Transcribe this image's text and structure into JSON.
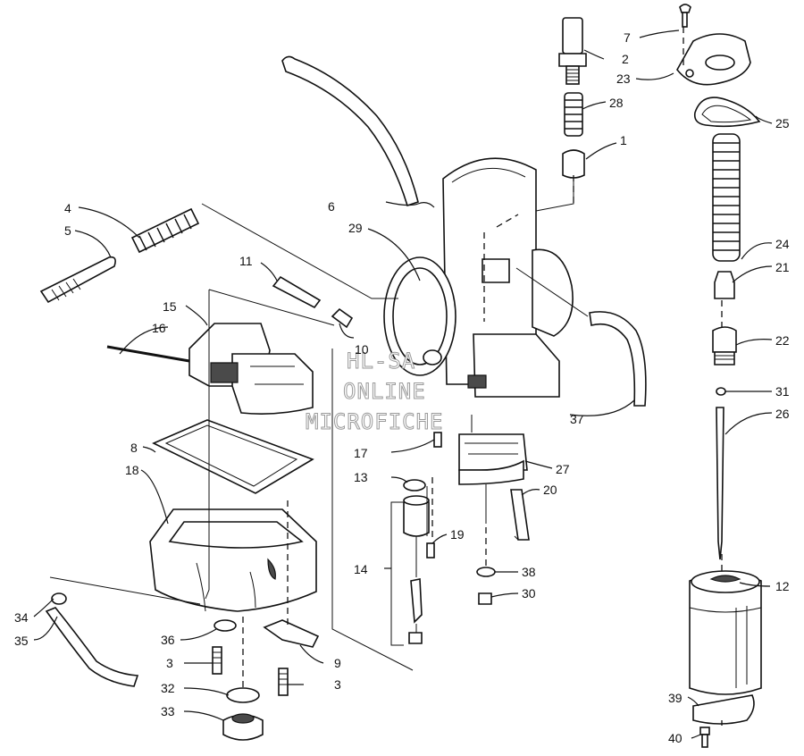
{
  "watermark": {
    "line1": "HL-SA",
    "line2": "ONLINE",
    "line3": "MICROFICHE"
  },
  "callouts": {
    "c1": "1",
    "c2": "2",
    "c3a": "3",
    "c3b": "3",
    "c4": "4",
    "c5": "5",
    "c6": "6",
    "c7": "7",
    "c8": "8",
    "c9": "9",
    "c10": "10",
    "c11": "11",
    "c12": "12",
    "c13": "13",
    "c14": "14",
    "c15": "15",
    "c16": "16",
    "c17": "17",
    "c18": "18",
    "c19": "19",
    "c20": "20",
    "c21": "21",
    "c22": "22",
    "c23": "23",
    "c24": "24",
    "c25": "25",
    "c26": "26",
    "c27": "27",
    "c28": "28",
    "c29": "29",
    "c30": "30",
    "c31": "31",
    "c32": "32",
    "c33": "33",
    "c34": "34",
    "c35": "35",
    "c36": "36",
    "c37": "37",
    "c38": "38",
    "c39": "39",
    "c40": "40"
  },
  "colors": {
    "ink": "#111111",
    "paper": "#ffffff",
    "watermark": "#9a9a9a"
  }
}
